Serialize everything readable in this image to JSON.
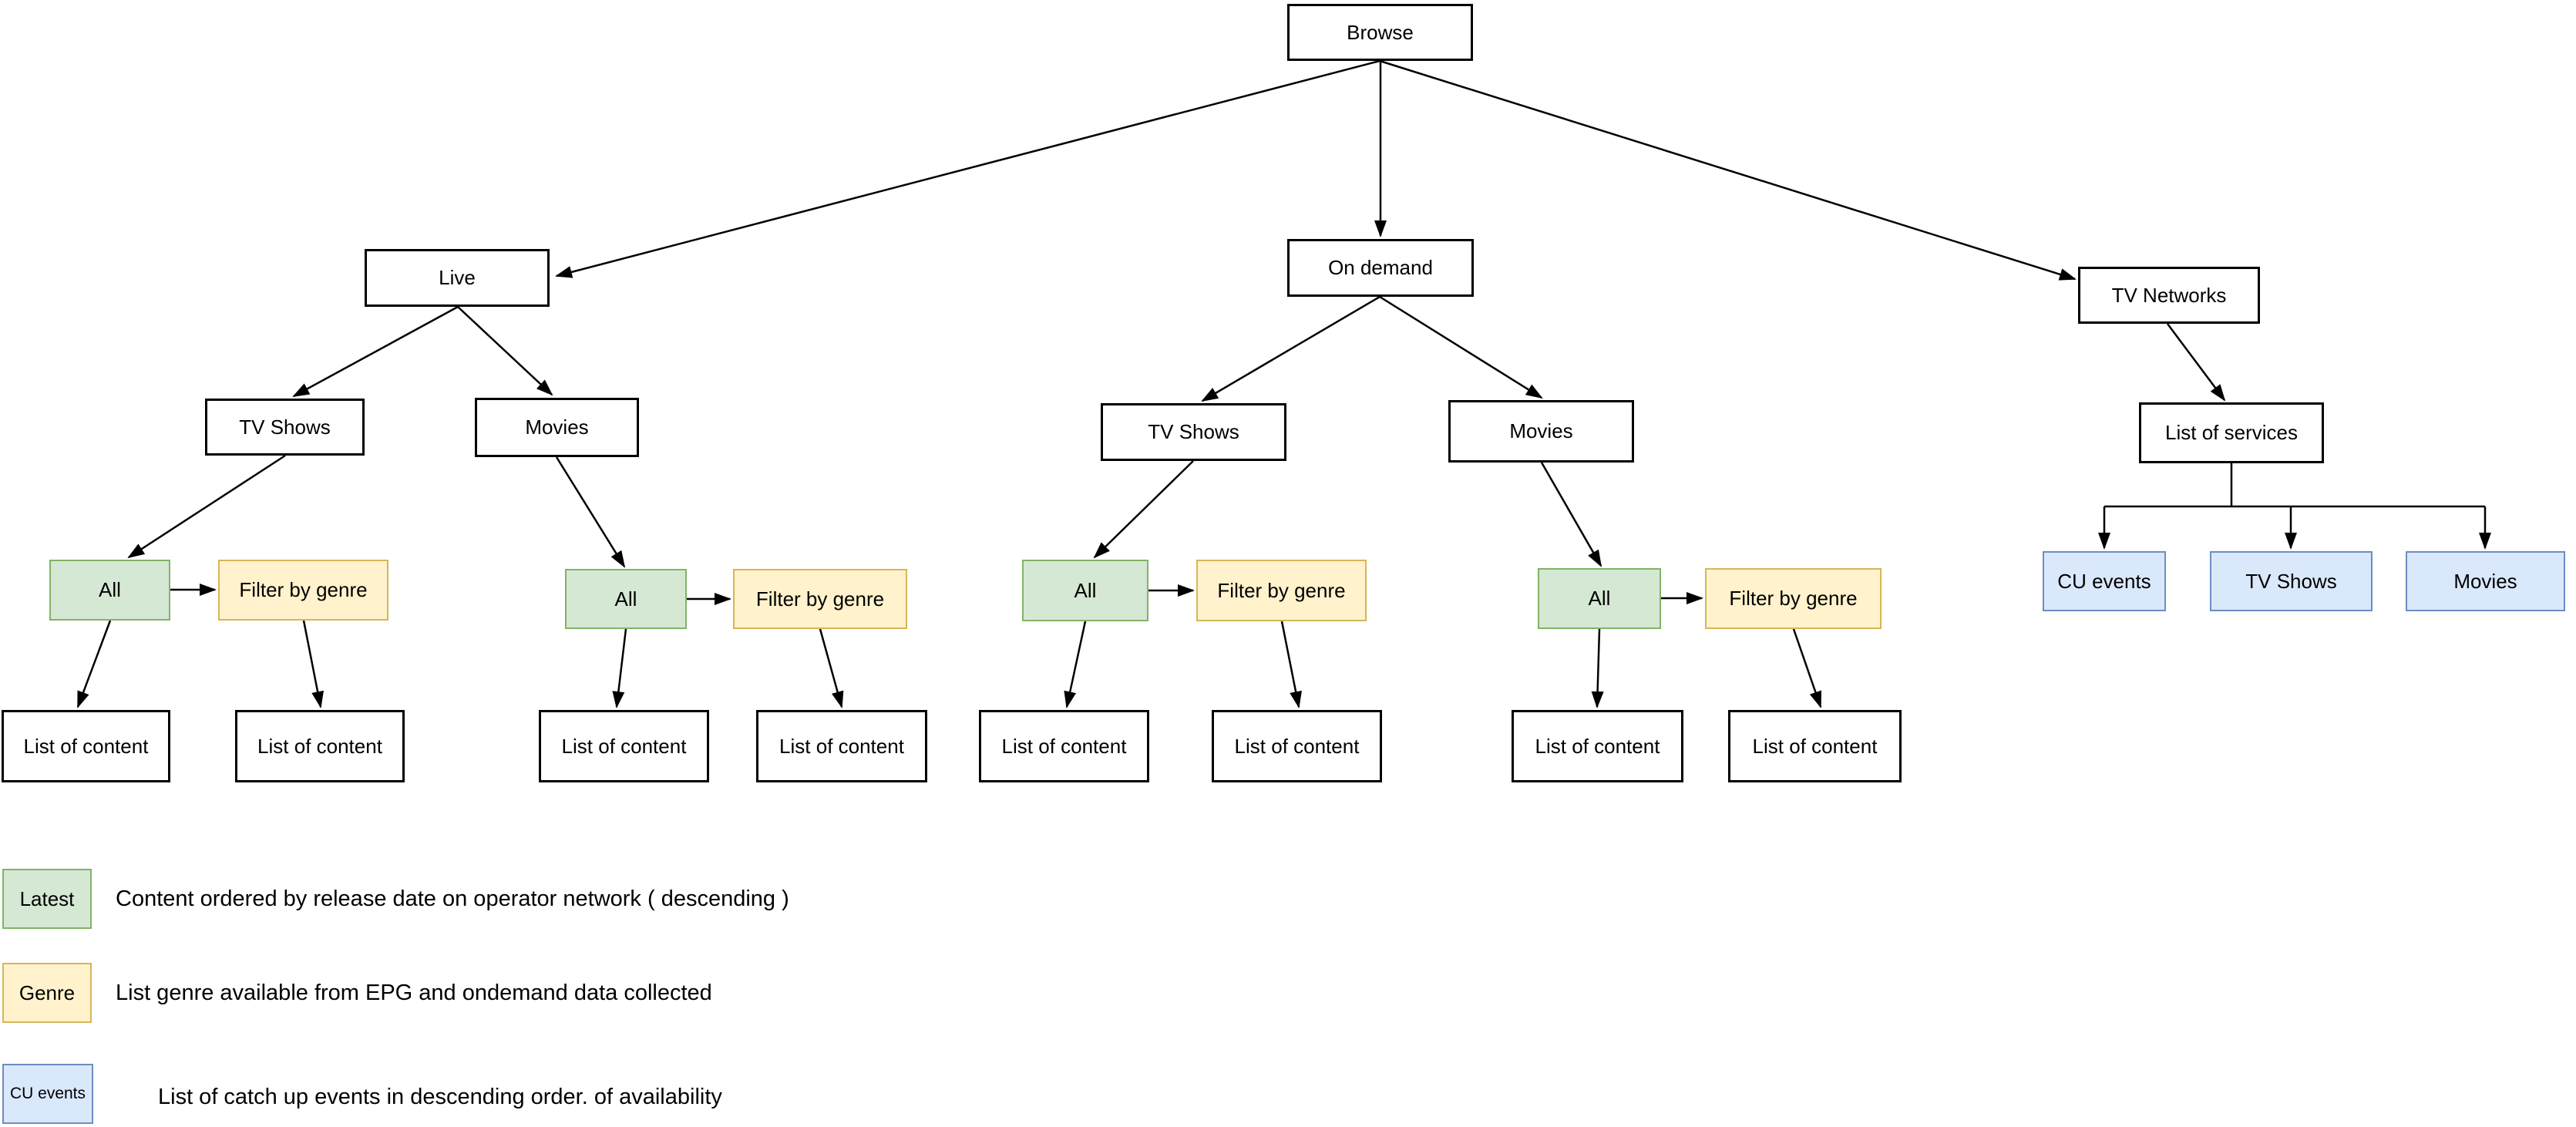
{
  "diagram": {
    "nodes": {
      "browse": "Browse",
      "live": "Live",
      "on_demand": "On demand",
      "tv_networks": "TV Networks",
      "tv_shows": "TV Shows",
      "movies": "Movies",
      "list_of_services": "List of services",
      "all": "All",
      "filter_by_genre": "Filter by genre",
      "list_of_content": "List of content",
      "cu_events": "CU events"
    },
    "colors": {
      "node_fill": "#ffffff",
      "node_stroke": "#000000",
      "green_fill": "#d5e8d4",
      "green_stroke": "#82b366",
      "yellow_fill": "#fff2cc",
      "yellow_stroke": "#d6b656",
      "blue_fill": "#dae8fc",
      "blue_stroke": "#6c8ebf"
    }
  },
  "legend": {
    "items": [
      {
        "swatch": "Latest",
        "style": "green",
        "description": "Content ordered by release date on operator network ( descending )"
      },
      {
        "swatch": "Genre",
        "style": "yellow",
        "description": "List genre available from EPG and ondemand data collected"
      },
      {
        "swatch": "CU events",
        "style": "blue",
        "description": "List of catch up events in descending order. of availability"
      }
    ]
  }
}
